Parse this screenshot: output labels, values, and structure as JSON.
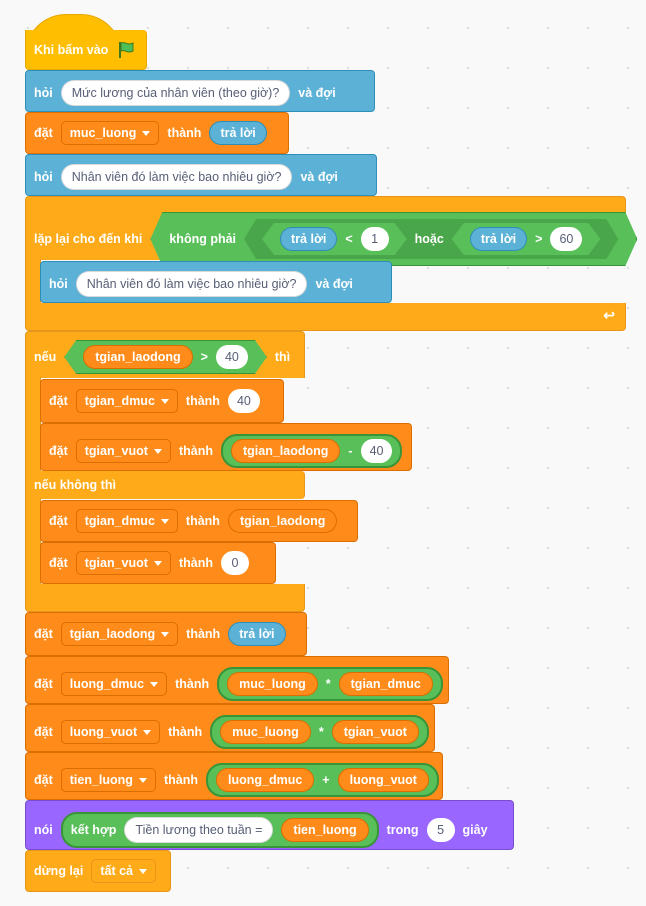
{
  "hat": {
    "label": "Khi bấm vào",
    "icon": "green-flag-icon"
  },
  "ask1": {
    "label": "hỏi",
    "question": "Mức lương của nhân viên (theo giờ)?",
    "tail": "và đợi"
  },
  "set1": {
    "label": "đặt",
    "var": "muc_luong",
    "to": "thành",
    "value": "trả lời"
  },
  "ask2": {
    "label": "hỏi",
    "question": "Nhân viên đó làm việc bao nhiêu giờ?",
    "tail": "và đợi"
  },
  "repeat": {
    "label": "lặp lại cho đến khi",
    "not": "không phải",
    "left": {
      "reporter": "trả lời",
      "op": "<",
      "value": "1"
    },
    "or": "hoặc",
    "right": {
      "reporter": "trả lời",
      "op": ">",
      "value": "60"
    },
    "loop_icon": "loop-arrow-icon"
  },
  "ask3": {
    "label": "hỏi",
    "question": "Nhân viên đó làm việc bao nhiêu giờ?",
    "tail": "và đợi"
  },
  "ifelse": {
    "if": "nếu",
    "then": "thì",
    "else": "nếu không thì",
    "cond": {
      "reporter": "tgian_laodong",
      "op": ">",
      "value": "40"
    }
  },
  "setA": {
    "label": "đặt",
    "var": "tgian_dmuc",
    "to": "thành",
    "value": "40"
  },
  "setB": {
    "label": "đặt",
    "var": "tgian_vuot",
    "to": "thành",
    "left": "tgian_laodong",
    "op": "-",
    "right": "40"
  },
  "setC": {
    "label": "đặt",
    "var": "tgian_dmuc",
    "to": "thành",
    "value": "tgian_laodong"
  },
  "setD": {
    "label": "đặt",
    "var": "tgian_vuot",
    "to": "thành",
    "value": "0"
  },
  "set2": {
    "label": "đặt",
    "var": "tgian_laodong",
    "to": "thành",
    "value": "trả lời"
  },
  "set3": {
    "label": "đặt",
    "var": "luong_dmuc",
    "to": "thành",
    "left": "muc_luong",
    "op": "*",
    "right": "tgian_dmuc"
  },
  "set4": {
    "label": "đặt",
    "var": "luong_vuot",
    "to": "thành",
    "left": "muc_luong",
    "op": "*",
    "right": "tgian_vuot"
  },
  "set5": {
    "label": "đặt",
    "var": "tien_luong",
    "to": "thành",
    "left": "luong_dmuc",
    "op": "+",
    "right": "luong_vuot"
  },
  "say": {
    "label": "nói",
    "join": "kết hợp",
    "text": "Tiền lương theo tuần =",
    "var": "tien_luong",
    "for": "trong",
    "secs": "5",
    "unit": "giây"
  },
  "stop": {
    "label": "dừng lại",
    "option": "tất cả"
  },
  "colors": {
    "events": "#ffbf00",
    "control": "#ffab19",
    "sensing": "#5cb1d6",
    "variables": "#ff8c1a",
    "operators": "#59c059",
    "looks": "#9966ff"
  }
}
